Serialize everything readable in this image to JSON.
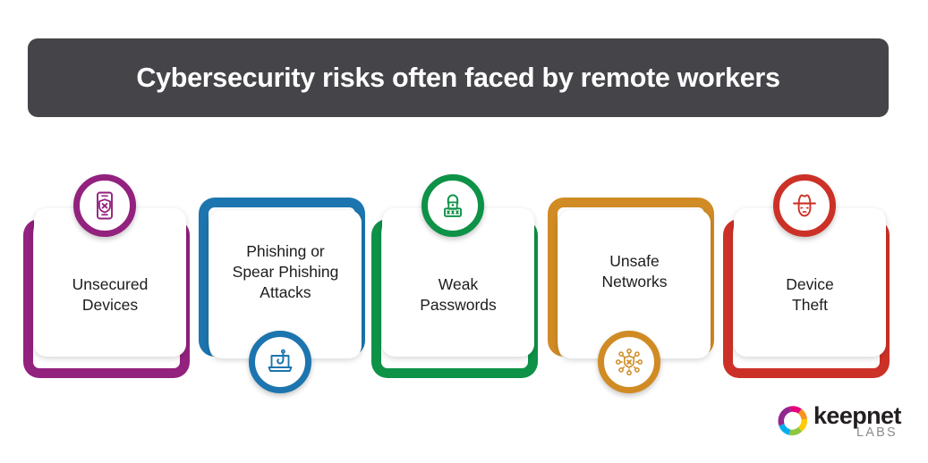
{
  "header": {
    "title": "Cybersecurity risks often faced by remote workers",
    "background_color": "#454449",
    "text_color": "#ffffff"
  },
  "cards": [
    {
      "label": "Unsecured\nDevices",
      "label_line1": "Unsecured",
      "label_line2": "Devices",
      "color": "#93217E",
      "icon": "smartphone-shield-icon",
      "icon_position": "top",
      "band_offset": "down"
    },
    {
      "label": "Phishing or Spear Phishing Attacks",
      "label_line1": "Phishing or",
      "label_line2": "Spear Phishing",
      "label_line3": "Attacks",
      "color": "#1C75AE",
      "icon": "laptop-fishing-hook-icon",
      "icon_position": "bottom",
      "band_offset": "up"
    },
    {
      "label": "Weak\nPasswords",
      "label_line1": "Weak",
      "label_line2": "Passwords",
      "color": "#0E9248",
      "icon": "padlock-password-icon",
      "icon_position": "top",
      "band_offset": "down"
    },
    {
      "label": "Unsafe\nNetworks",
      "label_line1": "Unsafe",
      "label_line2": "Networks",
      "color": "#D08B24",
      "icon": "network-shield-icon",
      "icon_position": "bottom",
      "band_offset": "up"
    },
    {
      "label": "Device\nTheft",
      "label_line1": "Device",
      "label_line2": "Theft",
      "color": "#CC3127",
      "icon": "thief-hat-face-icon",
      "icon_position": "top",
      "band_offset": "down"
    }
  ],
  "logo": {
    "wordmark": "keepnet",
    "sub": "LABS",
    "mark": "hexagon-ring-icon",
    "wordmark_color": "#231f20",
    "sub_color": "#8c8c8c",
    "segment_colors": [
      "#E6007E",
      "#92278F",
      "#00AEEF",
      "#8DC63F",
      "#FFCB05",
      "#F7941E"
    ]
  },
  "background_color": "#ffffff"
}
